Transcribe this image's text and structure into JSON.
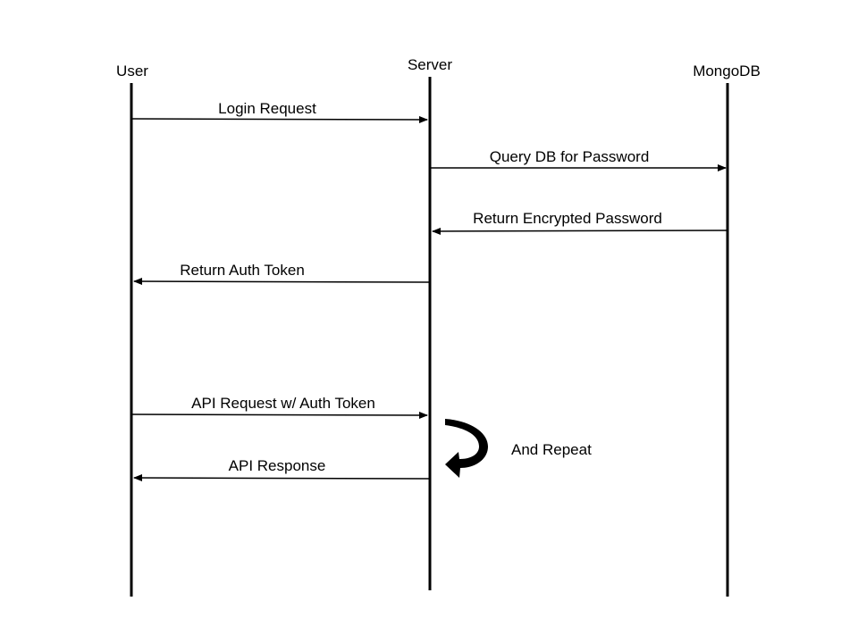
{
  "participants": {
    "user": "User",
    "server": "Server",
    "db": "MongoDB"
  },
  "messages": [
    {
      "label": "Login Request",
      "from": "User",
      "to": "Server"
    },
    {
      "label": "Query DB for Password",
      "from": "Server",
      "to": "MongoDB"
    },
    {
      "label": "Return Encrypted Password",
      "from": "MongoDB",
      "to": "Server"
    },
    {
      "label": "Return Auth Token",
      "from": "Server",
      "to": "User"
    },
    {
      "label": "API Request w/ Auth Token",
      "from": "User",
      "to": "Server"
    },
    {
      "label": "API Response",
      "from": "Server",
      "to": "User"
    }
  ],
  "loop": {
    "label": "And Repeat",
    "icon": "curved-loop-arrow-icon"
  },
  "colors": {
    "stroke": "#000000",
    "background": "#ffffff"
  }
}
